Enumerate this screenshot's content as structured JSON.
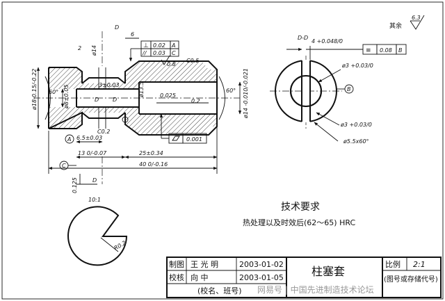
{
  "roughness": {
    "value": "6.3",
    "label": "其余"
  },
  "section": {
    "label": "D-D"
  },
  "cut_plane": {
    "letter_top": "D",
    "letter_bottom": "D",
    "letter_mid_1": "D",
    "letter_mid_2": "D"
  },
  "datums": {
    "a": "A",
    "b": "B",
    "c": "C"
  },
  "tolerance_frames": {
    "perp": {
      "symbol": "⊥",
      "value": "0.02",
      "datum": "A"
    },
    "parallel": {
      "symbol": "//",
      "value": "0.03",
      "datum": "C"
    },
    "symmetry": {
      "symbol": "≡",
      "value": "0.08",
      "datum": "B"
    },
    "cyl": {
      "value": "0.001"
    }
  },
  "dimensions": {
    "top_6": "6",
    "top_2": "2",
    "top_phi14": "ø14",
    "c05": "C0.5",
    "r08": "0.8",
    "phi18": "ø18-0.15/-0.22",
    "phi8": "ø8±0.05",
    "angle_60_left": "60°",
    "angle_60_right": "60°",
    "d3": "3±0.03",
    "phi135": "ø13.5",
    "phi14_right": "ø14 -0.010/-0.021",
    "v0025": "0.025",
    "v02": "0.2",
    "c02": "C0.2",
    "l65": "6.5±0.03",
    "l13": "13 0/-0.07",
    "l25": "25±0.34",
    "l40": "40 0/-0.16",
    "l0125": "0.125",
    "hole_top_4": "4 +0.048/0",
    "hole_phi3_top": "ø3 +0.03/0",
    "hole_phi3_bottom": "ø3 +0.03/0",
    "hole_phi55": "ø5.5x60°",
    "detail_scale": "10:1",
    "detail_r": "R0.2"
  },
  "tech_requirements": {
    "title": "技术要求",
    "line1": "热处理以及时效后(62～65) HRC"
  },
  "title_block": {
    "r1c1": "制图",
    "r1c2": "王 光 明",
    "r1c3": "2003-01-02",
    "r2c1": "校核",
    "r2c2": "向    中",
    "r2c3": "2003-01-05",
    "r3": "(校名、班号)",
    "part_name": "柱塞套",
    "scale_label": "比例",
    "scale_value": "2:1",
    "drawing_no": "(图号或存储代号)"
  },
  "watermark": "网易号 | 中国先进制造技术论坛"
}
